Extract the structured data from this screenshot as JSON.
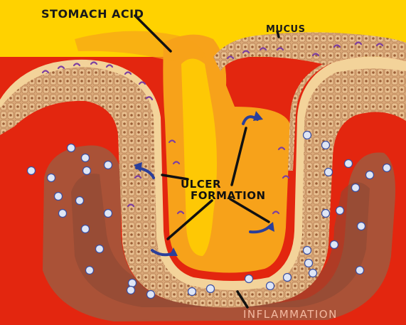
{
  "labels": {
    "stomach_acid": "STOMACH ACID",
    "mucus": "MUCUS",
    "ulcer_line1": "ULCER",
    "ulcer_line2": "FORMATION",
    "inflammation": "INFLAMMATION"
  },
  "colors": {
    "tissue_red": "#e3260f",
    "acid_yellow": "#ffd200",
    "acid_orange": "#f7a21a",
    "mucus_lining": "#f0c884",
    "epithelium": "#d2a074",
    "inflammation_brown": "#9a5a40",
    "arrow_blue": "#2b3f9a"
  }
}
